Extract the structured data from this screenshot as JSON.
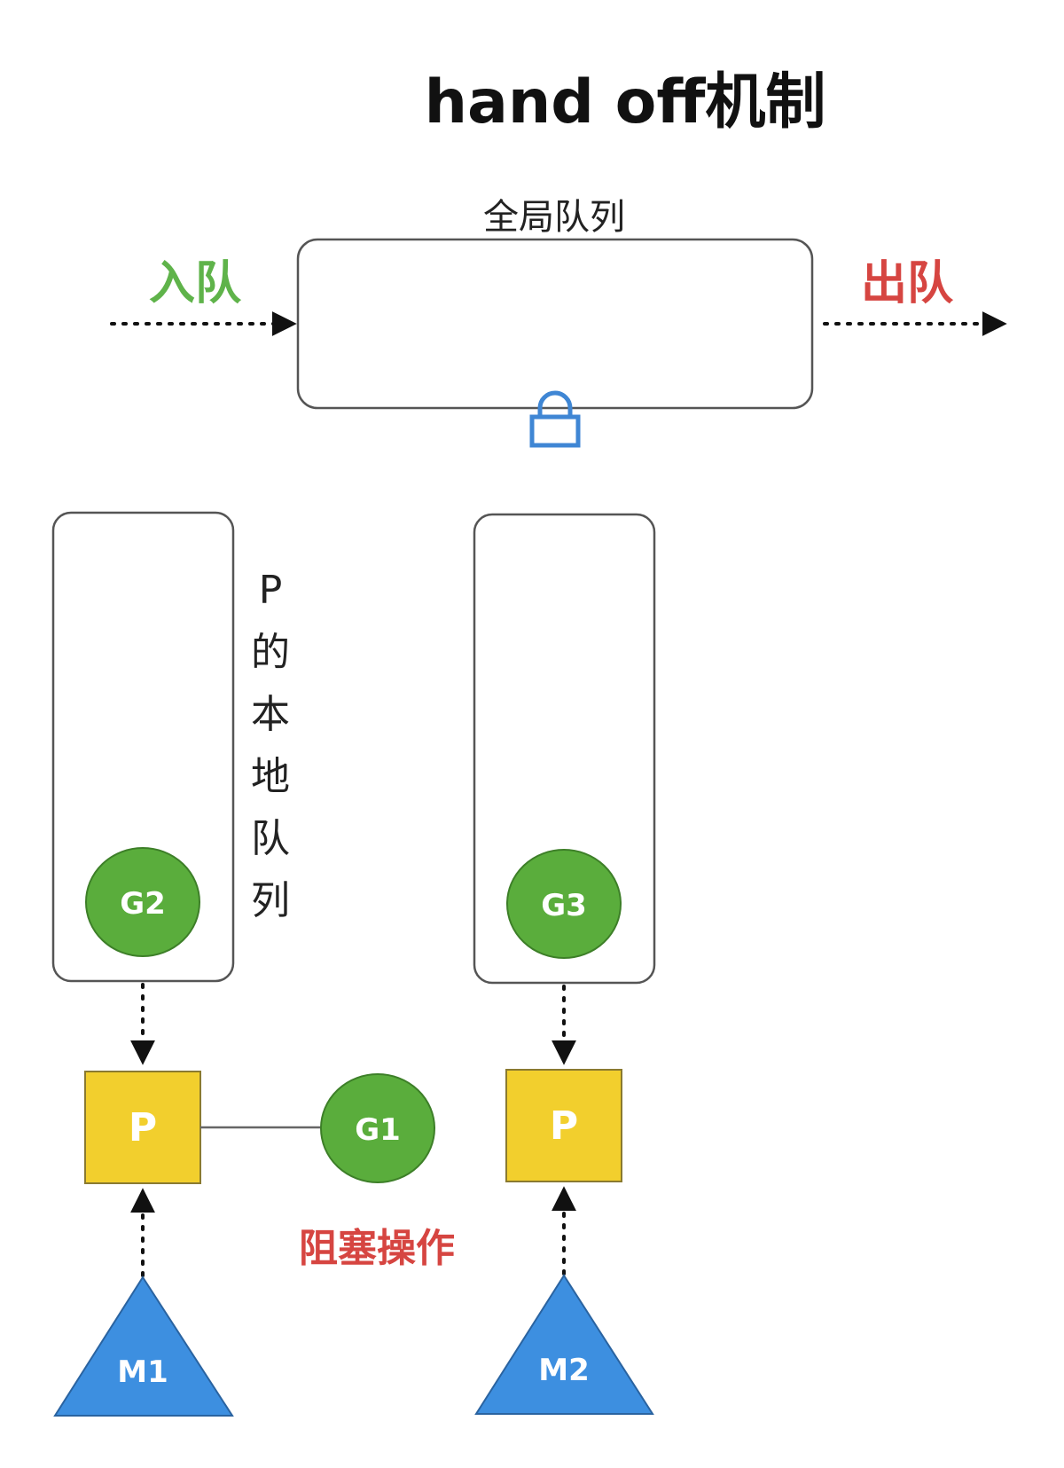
{
  "title": "hand off机制",
  "global_queue": {
    "label": "全局队列"
  },
  "enqueue_label": "入队",
  "dequeue_label": "出队",
  "local_queue_label": [
    "P",
    "的",
    "本",
    "地",
    "队",
    "列"
  ],
  "goroutines": {
    "g2": "G2",
    "g3": "G3",
    "g1": "G1"
  },
  "processors": {
    "p1": "P",
    "p2": "P"
  },
  "machines": {
    "m1": "M1",
    "m2": "M2"
  },
  "blocking_label": "阻塞操作",
  "colors": {
    "enqueue": "#5fb34a",
    "dequeue": "#d64541",
    "goroutine": "#5aad3c",
    "processor": "#f2cf2d",
    "machine": "#3d8fe0",
    "lock": "#3f86d4"
  }
}
